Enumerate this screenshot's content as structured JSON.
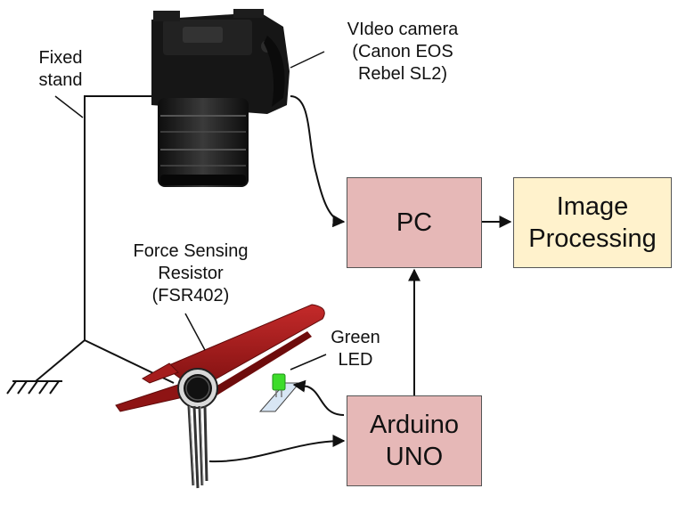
{
  "labels": {
    "camera_line1": "VIdeo camera",
    "camera_line2": "(Canon EOS",
    "camera_line3": "Rebel SL2)",
    "stand_line1": "Fixed",
    "stand_line2": "stand",
    "fsr_line1": "Force Sensing",
    "fsr_line2": "Resistor",
    "fsr_line3": "(FSR402)",
    "led_line1": "Green",
    "led_line2": "LED"
  },
  "boxes": {
    "pc": "PC",
    "image_processing_line1": "Image",
    "image_processing_line2": "Processing",
    "arduino_line1": "Arduino",
    "arduino_line2": "UNO"
  },
  "colors": {
    "pc_fill": "#e6b8b7",
    "image_processing_fill": "#fff2cc",
    "arduino_fill": "#e6b8b7",
    "tweezer_red": "#a01818",
    "led_green": "#3ddc2b",
    "camera_black": "#161616"
  },
  "icons": {
    "camera": "dslr-camera-icon",
    "tweezers": "tweezers-with-fsr-icon",
    "led": "green-led-icon",
    "ground": "ground-symbol-icon"
  }
}
